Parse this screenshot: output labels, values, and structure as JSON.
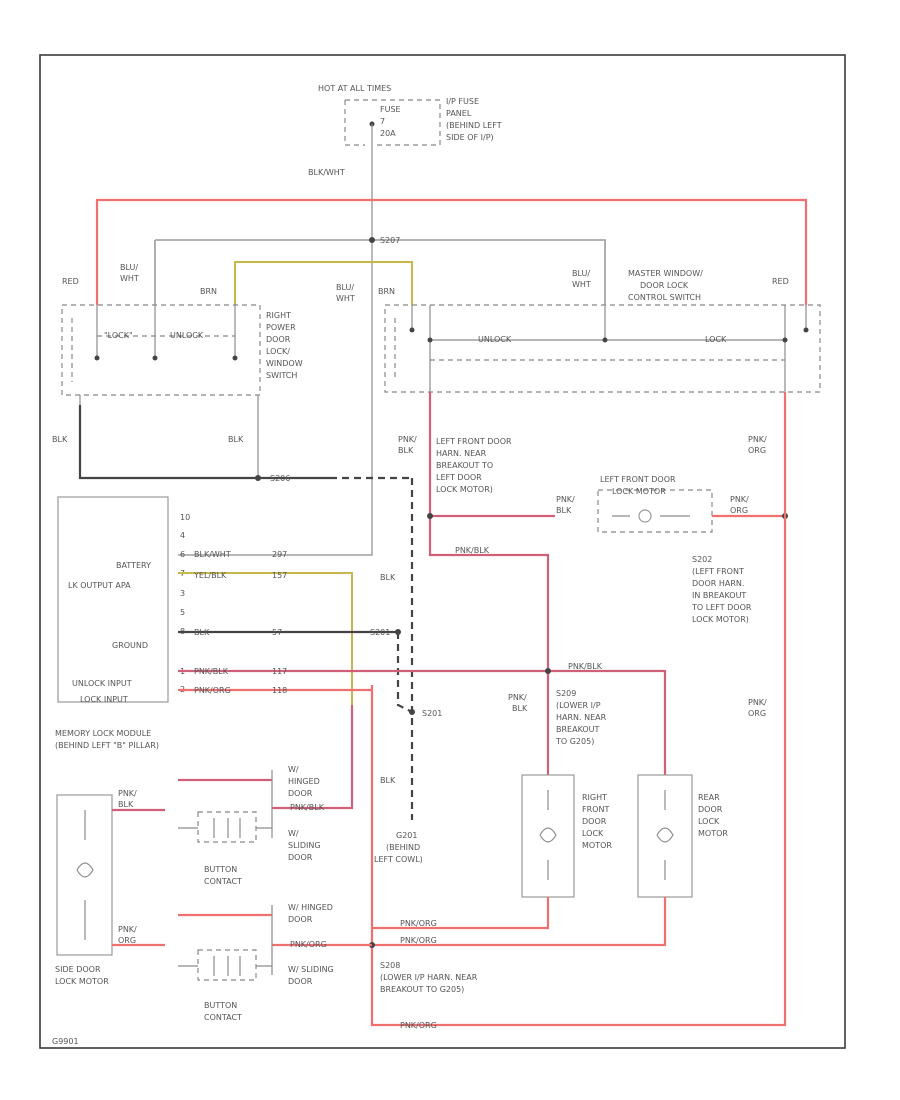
{
  "labels": {
    "hot_at_all_times": "HOT AT ALL TIMES",
    "fuse": "FUSE",
    "fuse_num": "7",
    "fuse_amps": "20A",
    "ip_fuse_panel": [
      "I/P FUSE",
      "PANEL",
      "(BEHIND LEFT",
      "SIDE OF I/P)"
    ],
    "wire_blk_wht_top": "BLK/WHT",
    "splice_s207": "S207",
    "red_left": "RED",
    "blu_wht_left": [
      "BLU/",
      "WHT"
    ],
    "brn_left": "BRN",
    "lock_left": "\"LOCK\"",
    "unlock_left": "UNLOCK",
    "right_switch": [
      "RIGHT",
      "POWER",
      "DOOR",
      "LOCK/",
      "WINDOW",
      "SWITCH"
    ],
    "blu_wht_mid": [
      "BLU/",
      "WHT"
    ],
    "brn_mid": "BRN",
    "blu_wht_right": [
      "BLU/",
      "WHT"
    ],
    "master_switch": [
      "MASTER WINDOW/",
      "DOOR LOCK",
      "CONTROL SWITCH"
    ],
    "red_right": "RED",
    "unlock_right": "UNLOCK",
    "lock_right": "LOCK",
    "blk_left": "BLK",
    "blk_mid": "BLK",
    "s206": "S206",
    "pnk_blk_vert": [
      "PNK/",
      "BLK"
    ],
    "lf_breakout": [
      "LEFT FRONT DOOR",
      "HARN. NEAR",
      "BREAKOUT TO",
      "LEFT DOOR",
      "LOCK MOTOR)"
    ],
    "pnk_org_right": [
      "PNK/",
      "ORG"
    ],
    "lf_motor_title": [
      "LEFT FRONT DOOR",
      "LOCK MOTOR"
    ],
    "pnk_blk_motor": [
      "PNK/",
      "BLK"
    ],
    "pnk_org_motor": [
      "PNK/",
      "ORG"
    ],
    "s202_block": [
      "S202",
      "(LEFT FRONT",
      "DOOR HARN.",
      "IN BREAKOUT",
      "TO LEFT DOOR",
      "LOCK MOTOR)"
    ],
    "pnk_blk_horiz": "PNK/BLK",
    "battery": "BATTERY",
    "lk_output": "LK OUTPUT APA",
    "ground": "GROUND",
    "unlock_input": "UNLOCK INPUT",
    "lock_input": "LOCK INPUT",
    "module_title": [
      "MEMORY LOCK MODULE",
      "(BEHIND LEFT \"B\" PILLAR)"
    ],
    "pin_numbers": [
      "10",
      "4",
      "6",
      "7",
      "3",
      "5",
      "8",
      "1",
      "2"
    ],
    "wire_blk_wht_mod": "BLK/WHT",
    "wire_blk_wht_num": "297",
    "wire_yel_blk": "YEL/BLK",
    "wire_yel_num": "157",
    "wire_blk": "BLK",
    "wire_blk_num": "57",
    "wire_pnk_blk_mod": "PNK/BLK",
    "wire_pnk_blk_num": "117",
    "wire_pnk_org_mod": "PNK/ORG",
    "wire_pnk_org_num": "118",
    "s201": "S201",
    "blk_vert": "BLK",
    "g201": [
      "G201",
      "(BEHIND",
      "LEFT COWL)"
    ],
    "pnk_blk_right": [
      "PNK/",
      "BLK"
    ],
    "s209": [
      "S209",
      "(LOWER I/P",
      "HARN. NEAR",
      "BREAKOUT",
      "TO G205)"
    ],
    "pnk_blk_top": "PNK/BLK",
    "pnk_org_far": [
      "PNK/",
      "ORG"
    ],
    "rf_motor": [
      "RIGHT",
      "FRONT",
      "DOOR",
      "LOCK",
      "MOTOR"
    ],
    "rear_motor": [
      "REAR",
      "DOOR",
      "LOCK",
      "MOTOR"
    ],
    "pnk_blk_side": [
      "PNK/",
      "BLK"
    ],
    "w_hinged_top": [
      "W/",
      "HINGED",
      "DOOR"
    ],
    "pnk_blk_hinged": "PNK/BLK",
    "w_sliding_top": [
      "W/",
      "SLIDING",
      "DOOR"
    ],
    "button_contact_top": [
      "BUTTON",
      "CONTACT"
    ],
    "side_motor": [
      "SIDE DOOR",
      "LOCK MOTOR"
    ],
    "pnk_org_side": [
      "PNK/",
      "ORG"
    ],
    "w_hinged_bot": [
      "W/ HINGED",
      "DOOR"
    ],
    "pnk_org_lbl": "PNK/ORG",
    "w_sliding_bot": [
      "W/ SLIDING",
      "DOOR"
    ],
    "button_contact_bot": [
      "BUTTON",
      "CONTACT"
    ],
    "pnk_org_s": "PNK/ORG",
    "pnk_org_s2": "PNK/ORG",
    "s208": [
      "S208",
      "(LOWER I/P HARN. NEAR",
      "BREAKOUT TO G205)"
    ],
    "pnk_org_bottom": "PNK/ORG",
    "figure_id": "G9901"
  },
  "colors": {
    "red_wire": "#f07070",
    "pink_wire": "#d0607a",
    "yellow_wire": "#c8b84a",
    "grey_wire": "#9a9a9a",
    "black_wire": "#444444"
  }
}
